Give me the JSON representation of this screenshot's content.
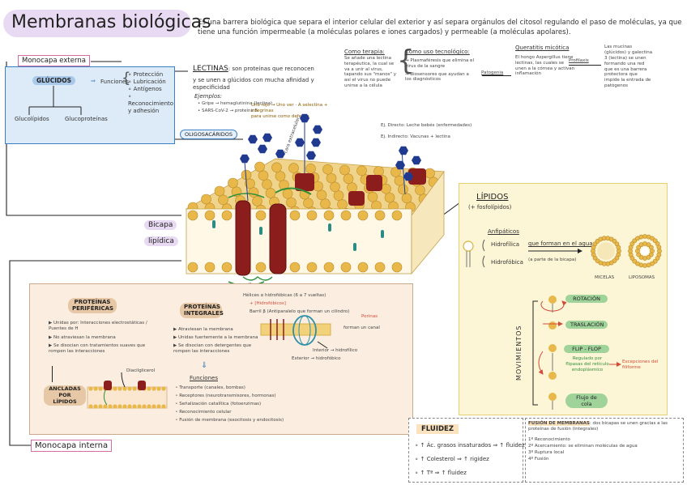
{
  "title": "Membranas biológicas",
  "intro": "Es una barrera biológica que separa el interior celular del exterior y así separa orgánulos del citosol regulando el paso de moléculas, ya que tiene una función impermeable (a moléculas polares e iones cargados) y permeable (a moléculas apolares).",
  "monocapa_externa": "Monocapa externa",
  "monocapa_interna": "Monocapa interna",
  "bicapa": "Bicapa",
  "lipidica": "lipídica",
  "glucidos": {
    "label": "GLÚCIDOS",
    "funciones": "Funciones",
    "items": [
      "Protección",
      "Lubricación",
      "Antígenos",
      "Reconocimiento y adhesión"
    ],
    "glucolipidos": "Glucolípidos",
    "glucoproteinas": "Glucoproteínas"
  },
  "lectinas": {
    "title": "LECTINAS",
    "desc1": ": son proteínas que reconocen",
    "desc2": "y se unen a glúcidos con mucha afinidad y",
    "desc3": "especificidad",
    "ejemplos": "Ejemplos:",
    "ej1": "Gripe → hemaglutinina (lectina)",
    "ej2": "SARS-CoV-2 → proteína S",
    "gris1": "Uno rojo → Uno ver",
    "gris2": "A selectina + integrinas",
    "gris3": "para unirse como defensa"
  },
  "oligosacaridos": "OLIGOSACÁRIDOS",
  "cara_externa": "cara extracelular",
  "uso_terapia": {
    "title": "Como terapia:",
    "text": "Se añade una lectina terapéutica, la cual se va a unir al virus, tapando sus \"manos\" y así el virus no puede unirse a la célula"
  },
  "uso_tecnologico": {
    "title": "Como uso tecnológico:",
    "items": [
      "Plasmaféresis que elimina el virus de la sangre",
      "Biosensores que ayudan a los diagnósticos"
    ]
  },
  "dieta": [
    "Ej. Directo: Leche bebés (enfermedades)",
    "Ej. Indirecto: Vacunas + lectina"
  ],
  "queratitis": {
    "title": "Queratitis micótica",
    "text": "El hongo Aspergillus tiene lectinas, las cuales se unen a la córnea y activan inflamación",
    "arrow1": "Patogenia",
    "arrow2": "Profilaxis",
    "mucinas": "Las mucinas (glúcidos) y galectina 3 (lectina) se unen formando una red que es una barrera protectora que impide la entrada de patógenos"
  },
  "lipidos": {
    "title": "LÍPIDOS",
    "sub": "(+ fosfolípidos)",
    "anfipaticos": "Anfipáticos",
    "hidrofilica": "Hidrofílica",
    "hidrofobica": "Hidrofóbica",
    "agua": "que forman en el agua",
    "bicapa_nota": "(a parte de la bicapa)",
    "micelas": "MICELAS",
    "liposomas": "LIPOSOMAS"
  },
  "movimientos": {
    "label": "MOVIMIENTOS",
    "items": [
      "ROTACIÓN",
      "TRASLACIÓN",
      "FLIP - FLOP",
      "Flujo de cola"
    ],
    "regulado": "Regulado por flipasas del retículo endoplásmico",
    "excepcion": "Excepciones del filiforme"
  },
  "proteinas_perifericas": {
    "title": "PROTEÍNAS PERIFÉRICAS",
    "items": [
      "Unidas por: Interacciones electrostáticas / Puentes de H",
      "No atraviesan la membrana",
      "Se disocian con tratamientos suaves que rompen las interacciones"
    ],
    "ancladas": "ANCLADAS POR LÍPIDOS",
    "diacil": "Diacilglicerol"
  },
  "proteinas_integrales": {
    "title": "PROTEÍNAS INTEGRALES",
    "items": [
      "Atraviesan la membrana",
      "Unidas fuertemente a la membrana",
      "Se disocian con detergentes que rompen las interacciones"
    ],
    "funciones": "Funciones",
    "fitems": [
      "Transporte (canales, bombas)",
      "Receptores (neurotransmisores, hormonas)",
      "Señalización catalítica (fotoenzimas)",
      "Reconocimiento celular",
      "Fusión de membrana (exocitosis y endocitosis)"
    ]
  },
  "helices": {
    "l1": "Hélices α hidrofóbicas (6 a 7 vueltas)",
    "l2": "+ [Hidrofóbicos]",
    "l3": "Barril β (Antiparalelo que forman un cilindro)",
    "l4": "Porinas",
    "l5": "Interior → hidrofílico",
    "l6": "Exterior → hidrofóbico",
    "l7": "forman un canal"
  },
  "fluidez": {
    "title": "FLUIDEZ",
    "items": [
      "↑ Ác. grasos insaturados ⇒ ↑ fluidez",
      "↑ Colesterol ⇒ ↑ rigidez",
      "↑ Tª ⇒ ↑ fluidez"
    ]
  },
  "fusion": {
    "title": "FUSIÓN DE MEMBRANAS",
    "desc": ": dos bicapas se unen gracias a las proteínas de fusión (integrales)",
    "items": [
      "1º Reconocimiento",
      "2º Acercamiento: se eliminan moléculas de agua",
      "3º Ruptura local",
      "4º Fusión"
    ]
  },
  "colors": {
    "purple": "#e9daf3",
    "blue": "#dcebf7",
    "peach": "#fbeee0",
    "yellow": "#fdf6d6",
    "protein": "#8b1d1d",
    "lipid_head": "#e9b84a",
    "glycan": "#1f3a8f"
  }
}
